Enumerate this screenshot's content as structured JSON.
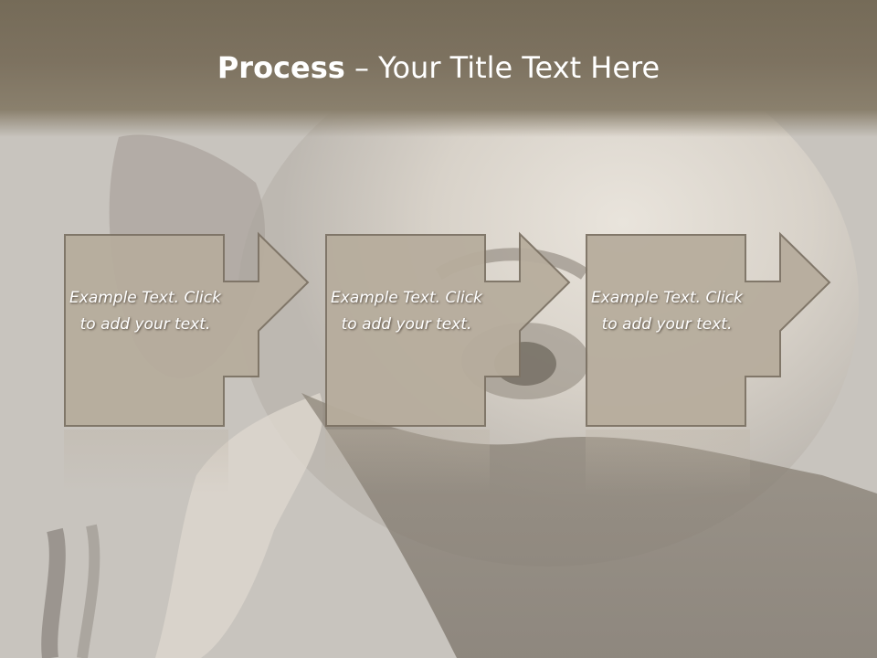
{
  "slide": {
    "title_bold": "Process",
    "title_rest": " – Your Title Text Here",
    "steps": [
      {
        "text": "Example Text. Click  to add your text."
      },
      {
        "text": "Example Text. Click  to add your text."
      },
      {
        "text": "Example Text. Click  to add your text."
      }
    ]
  },
  "colors": {
    "header": "#7a705d",
    "box_fill": "#b7ad9d",
    "box_stroke": "#7d7365",
    "text": "#ffffff"
  }
}
